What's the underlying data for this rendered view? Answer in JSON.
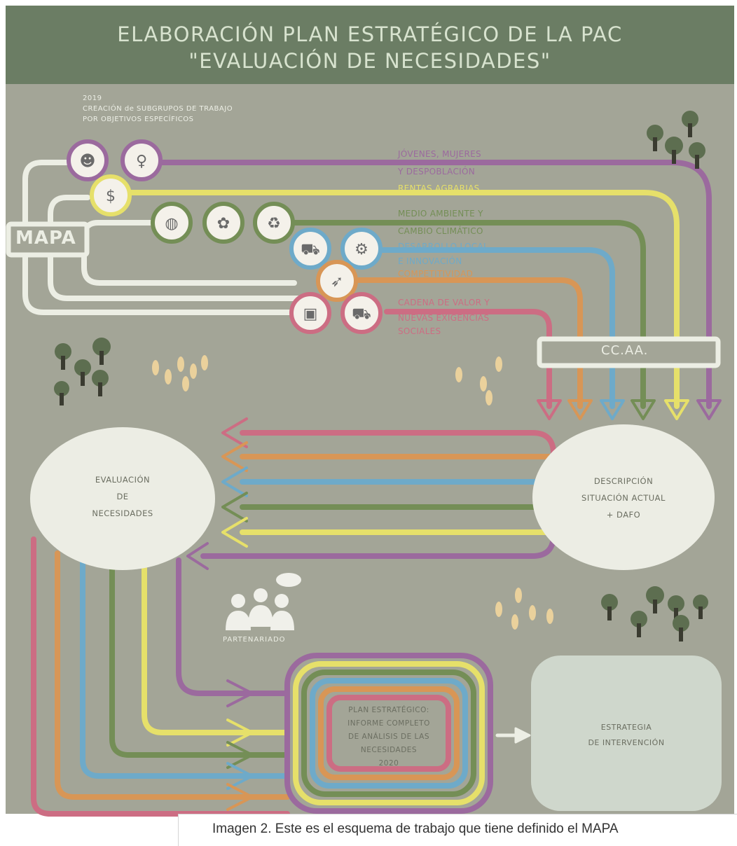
{
  "header": {
    "title_line1": "ELABORACIÓN PLAN ESTRATÉGICO DE LA PAC",
    "title_line2": "\"EVALUACIÓN DE NECESIDADES\""
  },
  "intro": {
    "year": "2019",
    "line1": "CREACIÓN de SUBGRUPOS DE TRABAJO",
    "line2": "POR OBJETIVOS ESPECÍFICOS"
  },
  "nodes": {
    "mapa": "MAPA",
    "ccaa": "CC.AA."
  },
  "groups": {
    "jovenes_line1": "JÓVENES, MUJERES",
    "jovenes_line2": "Y DESPOBLACIÓN",
    "rentas": "RENTAS AGRARIAS",
    "medio_line1": "MEDIO AMBIENTE Y",
    "medio_line2": "CAMBIO CLIMÁTICO",
    "desarrollo_line1": "DESARROLLO LOCAL",
    "desarrollo_line2": "E INNOVACIÓN",
    "competitividad": "COMPETITIVIDAD",
    "cadena_line1": "CADENA DE VALOR Y",
    "cadena_line2": "NUEVAS EXIGENCIAS",
    "cadena_line3": "SOCIALES"
  },
  "circles": {
    "evaluacion_line1": "EVALUACIÓN",
    "evaluacion_line2": "DE",
    "evaluacion_line3": "NECESIDADES",
    "descripcion_line1": "DESCRIPCIÓN",
    "descripcion_line2": "SITUACIÓN ACTUAL",
    "descripcion_line3": "+ DAFO"
  },
  "partenariado": "PARTENARIADO",
  "plan": {
    "line1": "PLAN ESTRATÉGICO:",
    "line2": "INFORME COMPLETO",
    "line3": "DE ANÁLISIS DE LAS",
    "line4": "NECESIDADES",
    "line5": "2020"
  },
  "estrategia": {
    "line1": "ESTRATEGIA",
    "line2": "DE INTERVENCIÓN"
  },
  "caption": "Imagen 2. Este es el esquema de trabajo que tiene definido el MAPA",
  "colors": {
    "header_bg": "#6b7d64",
    "panel_bg": "#a3a597",
    "purple": "#9b6a9e",
    "yellow": "#e6e06a",
    "green": "#748e56",
    "blue": "#6eaac9",
    "orange": "#d89656",
    "pink": "#cc6d83",
    "white_track": "#eceee4"
  }
}
